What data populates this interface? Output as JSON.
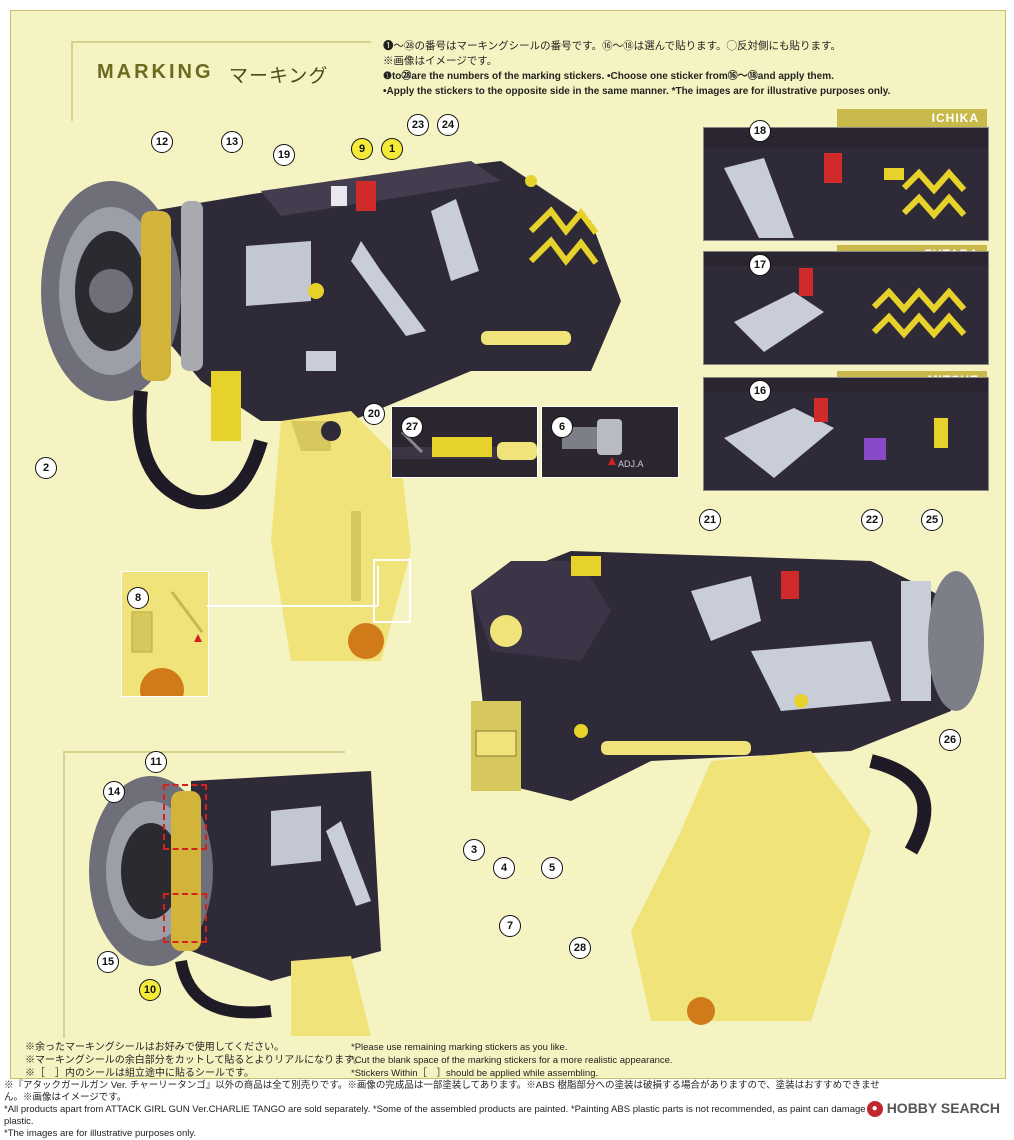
{
  "heading": {
    "title": "MARKING",
    "title_jp": "マーキング"
  },
  "notes": {
    "jp1": "❶〜㉘の番号はマーキングシールの番号です。⑯〜⑱は選んで貼ります。◯反対側にも貼ります。",
    "jp2": "※画像はイメージです。",
    "en1": "❶to㉘are the numbers of the marking stickers.  •Choose one sticker from⑯〜⑱and apply them.",
    "en2": "•Apply the stickers to the opposite side in the same manner.  *The images are for illustrative purposes only."
  },
  "variants": [
    {
      "name": "ICHIKA",
      "sticker": "18",
      "pattern_color": "#e6d22a"
    },
    {
      "name": "FUTABA",
      "sticker": "17",
      "pattern_color": "#e6d22a"
    },
    {
      "name": "MITSUE",
      "sticker": "16",
      "pattern_color": "#8a49c8"
    }
  ],
  "stickers": {
    "s12": "12",
    "s13": "13",
    "s19": "19",
    "s9": "9",
    "s1": "1",
    "s23": "23",
    "s24": "24",
    "s2": "2",
    "s20": "20",
    "s27": "27",
    "s6": "6",
    "s8": "8",
    "s21": "21",
    "s22": "22",
    "s25": "25",
    "s26": "26",
    "s3": "3",
    "s4": "4",
    "s5": "5",
    "s7": "7",
    "s28": "28",
    "s11": "11",
    "s14": "14",
    "s15": "15",
    "s10": "10"
  },
  "inset_texts": {
    "adj": "ADJ.A"
  },
  "footer": {
    "jp1": "※余ったマーキングシールはお好みで使用してください。",
    "jp2": "※マーキングシールの余白部分をカットして貼るとよりリアルになります。",
    "jp3": "※［　］内のシールは組立途中に貼るシールです。",
    "en1": "*Please use remaining marking stickers as you like.",
    "en2": "*Cut the blank space of the marking stickers for a more realistic appearance.",
    "en3": "*Stickers Within［　］should be applied while assembling."
  },
  "disclaimer": {
    "jp": "※『アタックガールガン Ver. チャーリータンゴ』以外の商品は全て別売りです。※画像の完成品は一部塗装してあります。※ABS 樹脂部分への塗装は破損する場合がありますので、塗装はおすすめできません。※画像はイメージです。",
    "en1": "*All products apart from ATTACK GIRL GUN Ver.CHARLIE TANGO are sold separately. *Some of the assembled products are painted. *Painting ABS plastic parts is not recommended, as paint can damage the plastic.",
    "en2": "*The images are for illustrative purposes only."
  },
  "logo": {
    "text": "HOBBY SEARCH"
  },
  "colors": {
    "background": "#f6f3c2",
    "gun_dark": "#2f2a38",
    "gun_yellow": "#efe37a",
    "accent_red": "#d62020"
  }
}
